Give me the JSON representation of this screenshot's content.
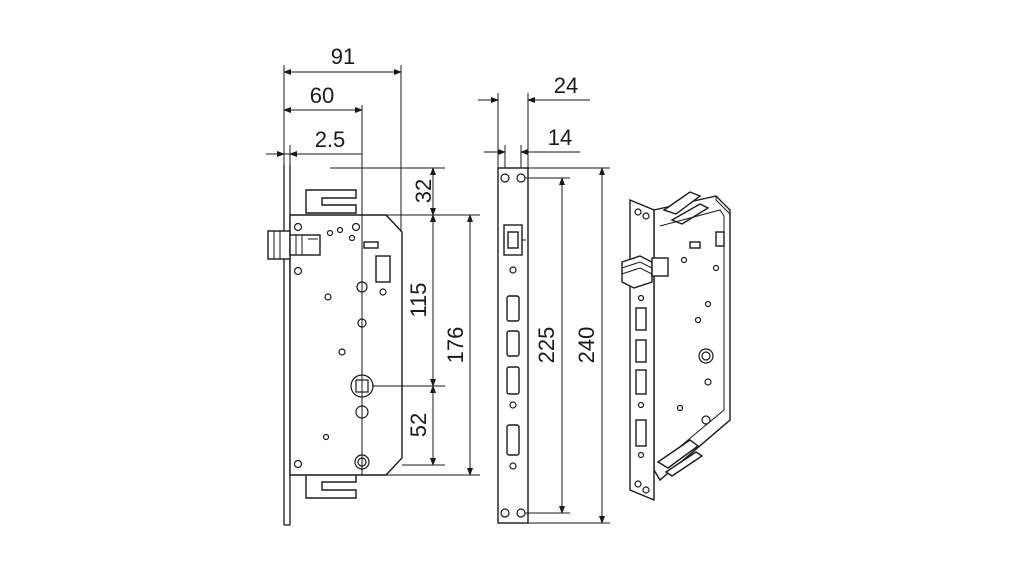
{
  "dimensions": {
    "width_total": "91",
    "width_mid": "60",
    "width_small": "2.5",
    "side_depth": "24",
    "side_thickness": "14",
    "top_offset": "32",
    "body_upper": "115",
    "body_height": "176",
    "body_lower": "52",
    "hole_spacing": "225",
    "faceplate_length": "240"
  },
  "colors": {
    "line": "#1a1a1a",
    "background": "#ffffff"
  }
}
